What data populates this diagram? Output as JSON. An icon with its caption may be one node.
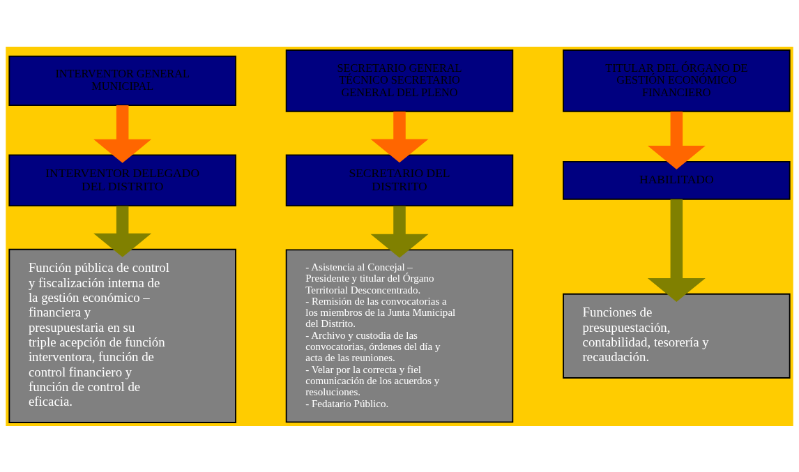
{
  "diagram": {
    "nodes": [
      {
        "text": [
          "INTERVENTOR GENERAL MUNICIPAL"
        ]
      },
      {
        "text": [
          "SECRETARIO GENERAL TÉCNICO SECRETARIO GENERAL DEL PLENO"
        ]
      },
      {
        "text": [
          "TITULAR DEL ÓRGANO DE GESTIÓN ECONÓMICO FINANCIERO"
        ]
      },
      {
        "text": [
          "INTERVENTOR DELEGADO DEL DISTRITO"
        ]
      },
      {
        "text": [
          "SECRETARIO DEL DISTRITO"
        ]
      },
      {
        "text": [
          "HABILITADO"
        ]
      },
      {
        "text": [
          "Función pública de control y fiscalización interna de la gestión económico – financiera y presupuestaria en su triple acepción de función interventora, función de control financiero y función de control de eficacia."
        ]
      },
      {
        "text": [
          "- Asistencia al Concejal – Presidente y titular del Órgano Territorial Desconcentrado.",
          "- Remisión de las convocatorias a los miembros de la Junta Municipal del Distrito.",
          "- Archivo y custodia de las convocatorias, órdenes del día y acta de las reuniones.",
          "- Velar por la correcta y fiel comunicación de los acuerdos y resoluciones.",
          "- Fedatario Público."
        ]
      },
      {
        "text": [
          "Funciones de presupuestación, contabilidad, tesorería y recaudación."
        ]
      }
    ],
    "edges": [
      {
        "from": 0,
        "to": 3,
        "arrow": "to",
        "color": "#ff6600"
      },
      {
        "from": 1,
        "to": 4,
        "arrow": "to",
        "color": "#ff6600"
      },
      {
        "from": 2,
        "to": 5,
        "arrow": "to",
        "color": "#ff6600"
      },
      {
        "from": 3,
        "to": 6,
        "arrow": "to",
        "color": "#808000"
      },
      {
        "from": 4,
        "to": 7,
        "arrow": "to",
        "color": "#808000"
      },
      {
        "from": 5,
        "to": 8,
        "arrow": "to",
        "color": "#808000"
      }
    ]
  }
}
